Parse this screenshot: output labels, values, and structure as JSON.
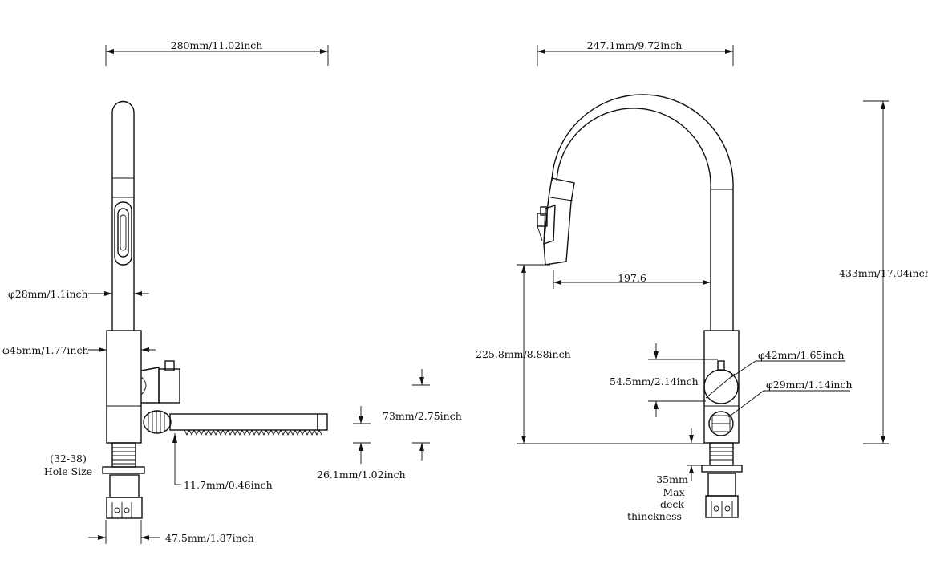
{
  "colors": {
    "line": "#111111",
    "background": "#ffffff"
  },
  "side_view": {
    "overall_width": "280mm/11.02inch",
    "spout_diameter": "φ28mm/1.1inch",
    "body_diameter": "φ45mm/1.77inch",
    "hole_size_range": "(32-38)",
    "hole_size_label": "Hole Size",
    "handle_offset": "11.7mm/0.46inch",
    "base_width": "47.5mm/1.87inch",
    "lever_height": "73mm/2.75inch",
    "lever_base": "26.1mm/1.02inch"
  },
  "front_view": {
    "overall_width": "247.1mm/9.72inch",
    "reach": "197.6",
    "spout_height": "225.8mm/8.88inch",
    "total_height": "433mm/17.04inch",
    "handle_offset": "54.5mm/2.14inch",
    "handle_diameter": "φ42mm/1.65inch",
    "button_diameter": "φ29mm/1.14inch",
    "deck_value": "35mm",
    "deck_line1": "Max",
    "deck_line2": "deck",
    "deck_line3": "thinckness"
  }
}
